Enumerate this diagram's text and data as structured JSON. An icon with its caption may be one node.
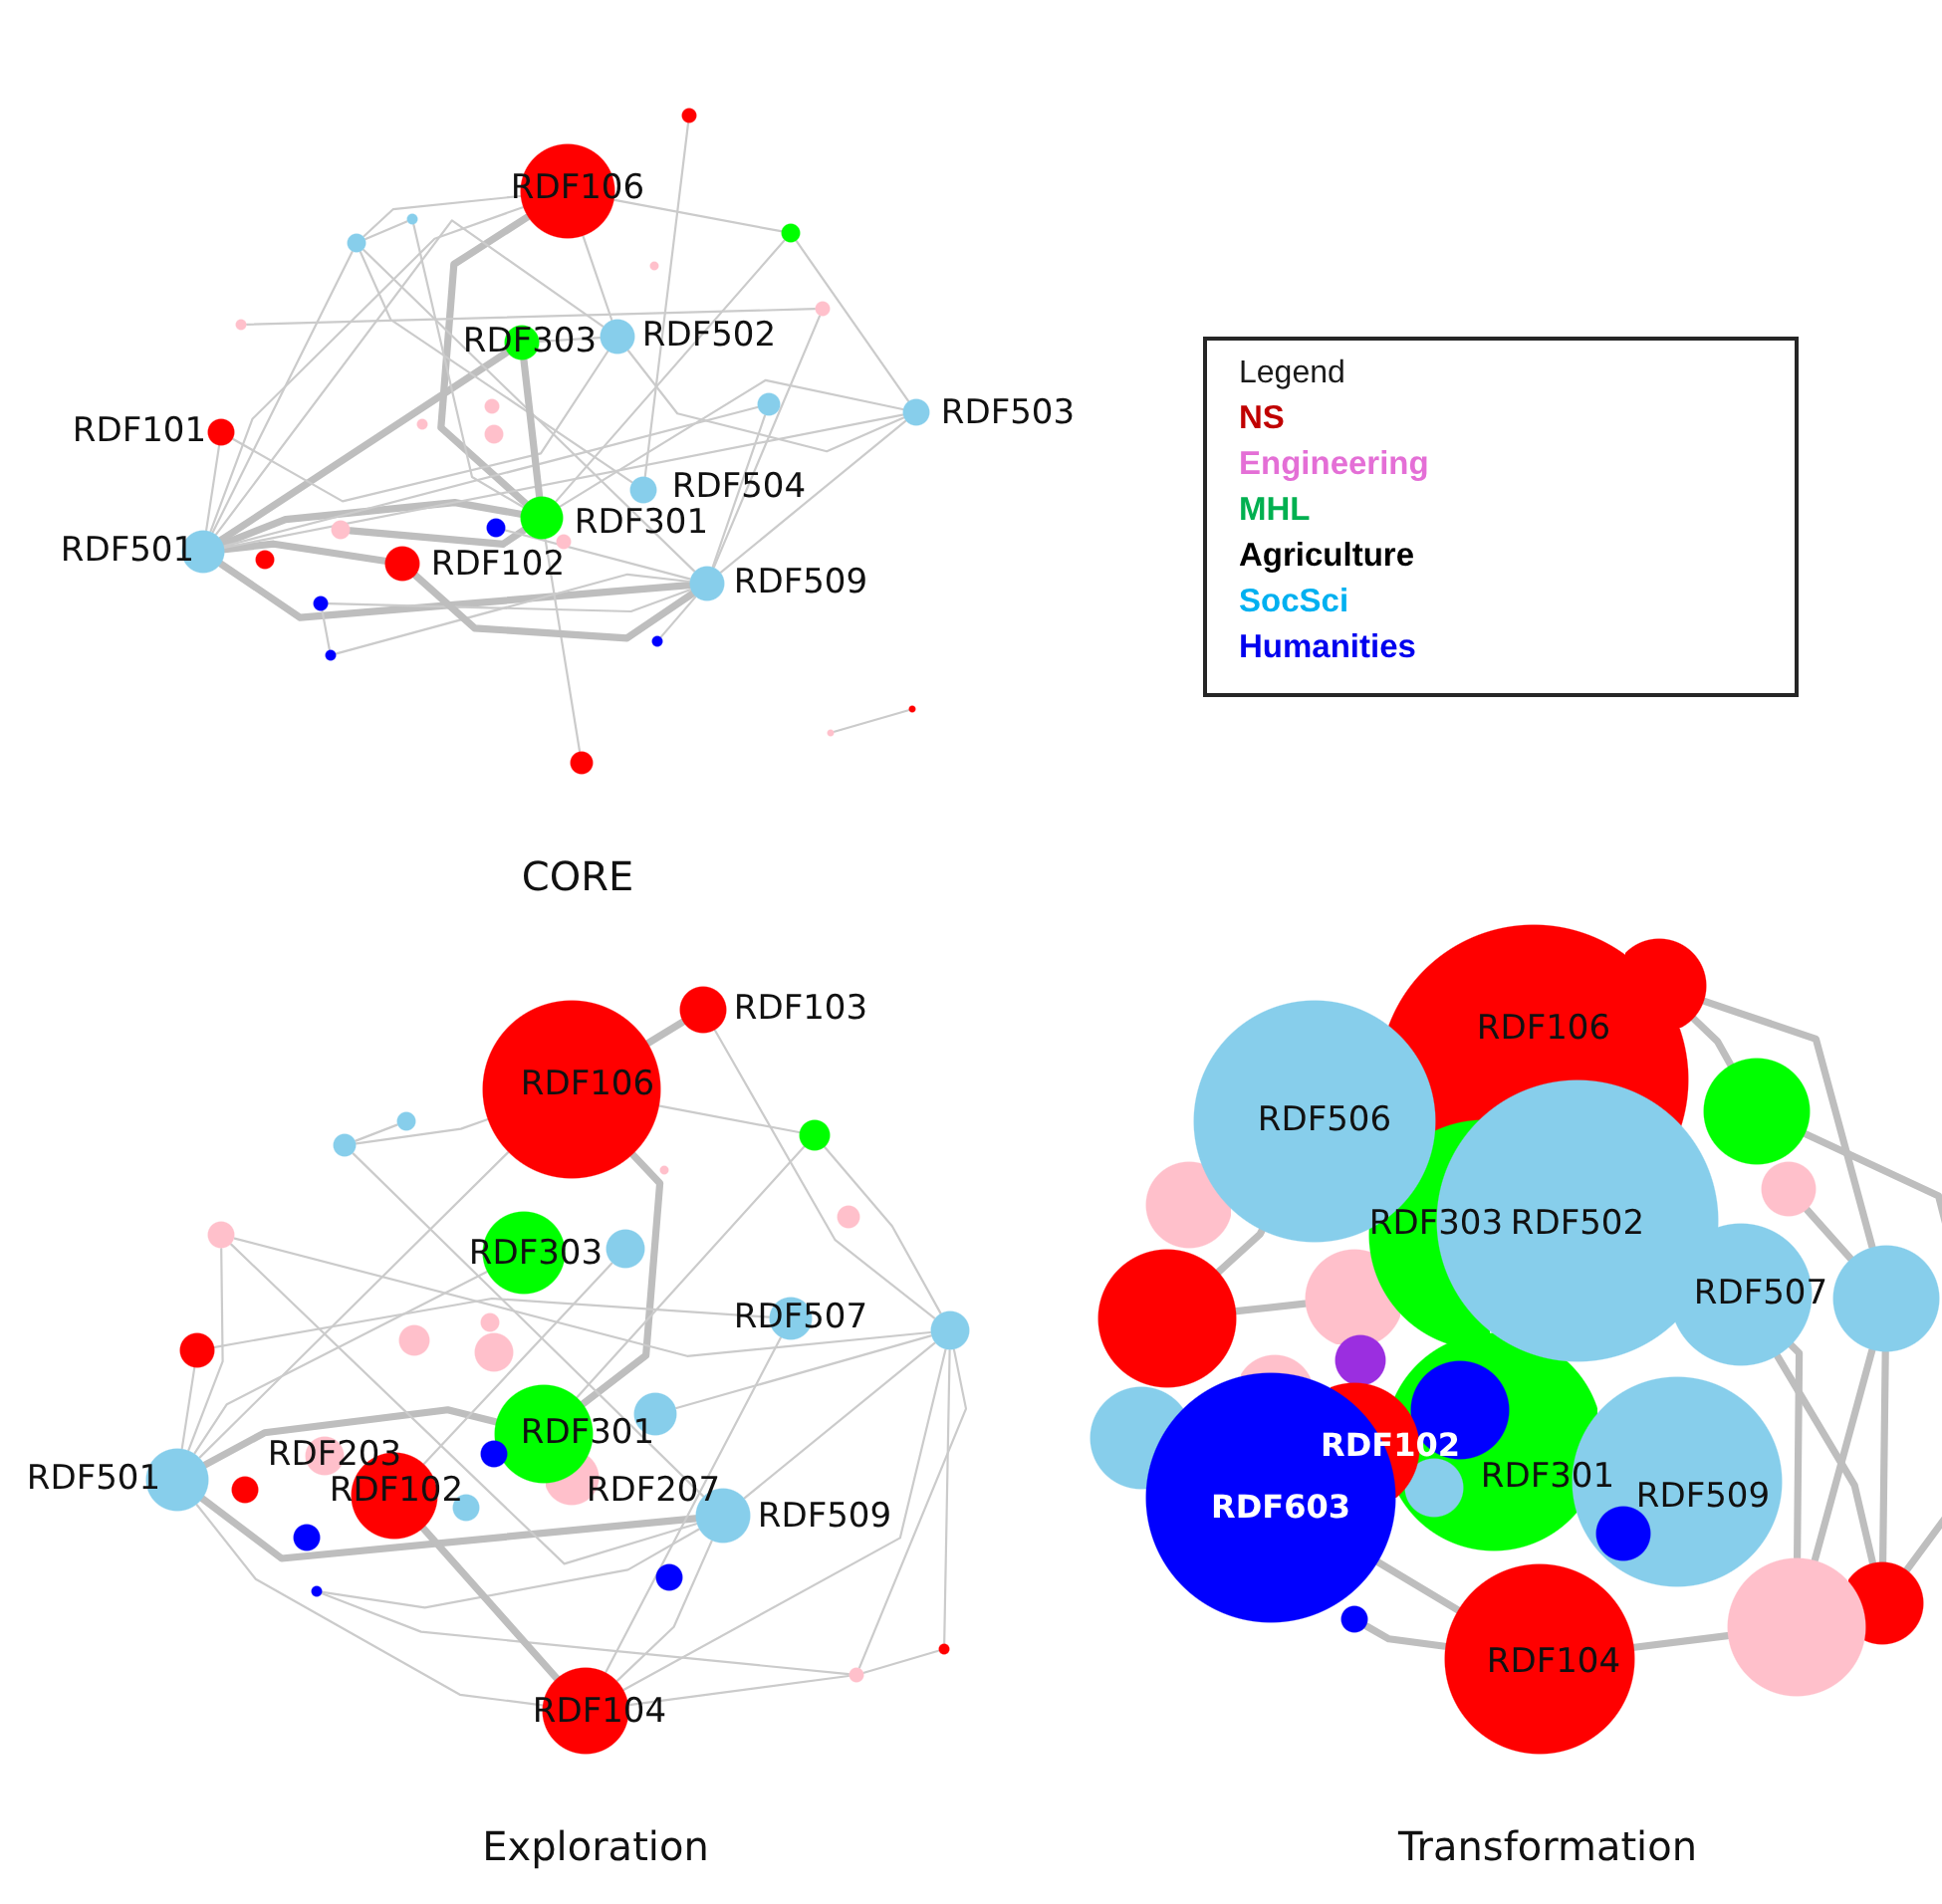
{
  "diagram": {
    "nodes": [
      {
        "text": [],
        "shape": "circle"
      },
      {
        "text": [
          "RDF106"
        ]
      },
      {
        "text": [],
        "shape": "circle"
      },
      {
        "text": [],
        "shape": "circle"
      },
      {
        "text": [],
        "shape": "circle"
      },
      {
        "text": [],
        "shape": "circle"
      },
      {
        "text": [],
        "shape": "circle"
      },
      {
        "text": [],
        "shape": "circle"
      },
      {
        "text": [
          "RDF303"
        ]
      },
      {
        "text": [
          "RDF502"
        ]
      },
      {
        "text": [],
        "shape": "circle"
      },
      {
        "text": [],
        "shape": "circle"
      },
      {
        "text": [
          "RDF503"
        ]
      },
      {
        "text": [],
        "shape": "circle"
      },
      {
        "text": [
          "RDF101"
        ]
      },
      {
        "text": [],
        "shape": "circle"
      },
      {
        "text": [
          "RDF504"
        ]
      },
      {
        "text": [
          "RDF301"
        ]
      },
      {
        "text": [],
        "shape": "circle"
      },
      {
        "text": [],
        "shape": "circle"
      },
      {
        "text": [],
        "shape": "circle"
      },
      {
        "text": [
          "RDF501"
        ]
      },
      {
        "text": [],
        "shape": "circle"
      },
      {
        "text": [
          "RDF102"
        ]
      },
      {
        "text": [
          "RDF509"
        ]
      },
      {
        "text": [],
        "shape": "circle"
      },
      {
        "text": [],
        "shape": "circle"
      },
      {
        "text": [],
        "shape": "circle"
      },
      {
        "text": [],
        "shape": "circle"
      },
      {
        "text": [],
        "shape": "circle"
      },
      {
        "text": [],
        "shape": "circle"
      },
      {
        "text": [
          "RDF103"
        ]
      },
      {
        "text": [
          "RDF106"
        ]
      },
      {
        "text": [],
        "shape": "circle"
      },
      {
        "text": [],
        "shape": "circle"
      },
      {
        "text": [],
        "shape": "circle"
      },
      {
        "text": [],
        "shape": "circle"
      },
      {
        "text": [],
        "shape": "circle"
      },
      {
        "text": [],
        "shape": "circle"
      },
      {
        "text": [
          "RDF303"
        ]
      },
      {
        "text": [],
        "shape": "circle"
      },
      {
        "text": [
          "RDF507"
        ]
      },
      {
        "text": [],
        "shape": "circle"
      },
      {
        "text": [],
        "shape": "circle"
      },
      {
        "text": [],
        "shape": "circle"
      },
      {
        "text": [],
        "shape": "circle"
      },
      {
        "text": [],
        "shape": "circle"
      },
      {
        "text": [],
        "shape": "circle"
      },
      {
        "text": [
          "RDF301"
        ]
      },
      {
        "text": [],
        "shape": "circle"
      },
      {
        "text": [
          "RDF203"
        ]
      },
      {
        "text": [
          "RDF207"
        ]
      },
      {
        "text": [
          "RDF501"
        ]
      },
      {
        "text": [],
        "shape": "circle"
      },
      {
        "text": [
          "RDF102"
        ]
      },
      {
        "text": [],
        "shape": "circle"
      },
      {
        "text": [
          "RDF509"
        ]
      },
      {
        "text": [],
        "shape": "circle"
      },
      {
        "text": [],
        "shape": "circle"
      },
      {
        "text": [],
        "shape": "circle"
      },
      {
        "text": [],
        "shape": "circle"
      },
      {
        "text": [],
        "shape": "circle"
      },
      {
        "text": [
          "RDF104"
        ]
      },
      {
        "text": [],
        "shape": "circle"
      },
      {
        "text": [
          "RDF106"
        ]
      },
      {
        "text": [],
        "shape": "circle"
      },
      {
        "text": [
          "RDF506"
        ]
      },
      {
        "text": [],
        "shape": "circle"
      },
      {
        "text": [],
        "shape": "circle"
      },
      {
        "text": [
          "RDF303"
        ]
      },
      {
        "text": [
          "RDF502"
        ]
      },
      {
        "text": [
          "RDF507"
        ]
      },
      {
        "text": [],
        "shape": "circle"
      },
      {
        "text": [],
        "shape": "circle"
      },
      {
        "text": [],
        "shape": "circle"
      },
      {
        "text": [],
        "shape": "circle"
      },
      {
        "text": [],
        "shape": "circle"
      },
      {
        "text": [
          "RDF301"
        ]
      },
      {
        "text": [
          "RDF102"
        ]
      },
      {
        "text": [],
        "shape": "circle",
        "in": 77
      },
      {
        "text": [],
        "shape": "circle"
      },
      {
        "text": [
          "RDF509"
        ]
      },
      {
        "text": [],
        "shape": "circle",
        "in": 77
      },
      {
        "text": [
          "RDF603"
        ]
      },
      {
        "text": [],
        "shape": "circle",
        "in": 81
      },
      {
        "text": [],
        "shape": "circle"
      },
      {
        "text": [],
        "shape": "circle"
      },
      {
        "text": [],
        "shape": "circle"
      },
      {
        "text": [
          "RDF104"
        ]
      }
    ],
    "edges": [
      {
        "from": 1,
        "to": 17,
        "arrow": "none",
        "style": "thick"
      },
      {
        "from": 21,
        "to": 17,
        "arrow": "none",
        "style": "thick"
      },
      {
        "from": 21,
        "to": 24,
        "arrow": "none",
        "style": "thick"
      },
      {
        "from": 21,
        "to": 8,
        "arrow": "none",
        "style": "thick"
      },
      {
        "from": 21,
        "to": 9,
        "arrow": "none"
      },
      {
        "from": 21,
        "to": 23,
        "arrow": "none",
        "style": "thick"
      },
      {
        "from": 1,
        "to": 21,
        "arrow": "none"
      },
      {
        "from": 1,
        "to": 3,
        "arrow": "none"
      },
      {
        "from": 1,
        "to": 4,
        "arrow": "none"
      },
      {
        "from": 12,
        "to": 21,
        "arrow": "none"
      },
      {
        "from": 12,
        "to": 17,
        "arrow": "none"
      },
      {
        "from": 12,
        "to": 9,
        "arrow": "none"
      },
      {
        "from": 12,
        "to": 24,
        "arrow": "none"
      },
      {
        "from": 3,
        "to": 17,
        "arrow": "none"
      },
      {
        "from": 3,
        "to": 12,
        "arrow": "none"
      },
      {
        "from": 4,
        "to": 24,
        "arrow": "none"
      },
      {
        "from": 4,
        "to": 16,
        "arrow": "none"
      },
      {
        "from": 2,
        "to": 17,
        "arrow": "none"
      },
      {
        "from": 14,
        "to": 9,
        "arrow": "none"
      },
      {
        "from": 10,
        "to": 21,
        "arrow": "none"
      },
      {
        "from": 10,
        "to": 24,
        "arrow": "none"
      },
      {
        "from": 25,
        "to": 24,
        "arrow": "none"
      },
      {
        "from": 27,
        "to": 24,
        "arrow": "none"
      },
      {
        "from": 27,
        "to": 25,
        "arrow": "none"
      },
      {
        "from": 26,
        "to": 24,
        "arrow": "none"
      },
      {
        "from": 30,
        "to": 17,
        "arrow": "none"
      },
      {
        "from": 0,
        "to": 16,
        "arrow": "none"
      },
      {
        "from": 28,
        "to": 29,
        "arrow": "none"
      },
      {
        "from": 7,
        "to": 6,
        "arrow": "none"
      },
      {
        "from": 19,
        "to": 17,
        "arrow": "none",
        "style": "thick"
      },
      {
        "from": 8,
        "to": 9,
        "arrow": "none"
      },
      {
        "from": 8,
        "to": 17,
        "arrow": "none",
        "style": "thick"
      },
      {
        "from": 23,
        "to": 24,
        "arrow": "none",
        "style": "thick"
      },
      {
        "from": 18,
        "to": 24,
        "arrow": "none"
      },
      {
        "from": 14,
        "to": 21,
        "arrow": "none"
      },
      {
        "from": 6,
        "to": 24,
        "arrow": "none"
      },
      {
        "from": 2,
        "to": 4,
        "arrow": "none"
      },
      {
        "from": 1,
        "to": 9,
        "arrow": "none"
      },
      {
        "from": 4,
        "to": 21,
        "arrow": "none"
      },
      {
        "from": 32,
        "to": 48,
        "arrow": "none",
        "style": "thick"
      },
      {
        "from": 31,
        "to": 32,
        "arrow": "none",
        "style": "thick"
      },
      {
        "from": 31,
        "to": 43,
        "arrow": "none"
      },
      {
        "from": 52,
        "to": 48,
        "arrow": "none",
        "style": "thick"
      },
      {
        "from": 52,
        "to": 56,
        "arrow": "none",
        "style": "thick"
      },
      {
        "from": 52,
        "to": 32,
        "arrow": "none"
      },
      {
        "from": 52,
        "to": 39,
        "arrow": "none"
      },
      {
        "from": 52,
        "to": 62,
        "arrow": "none"
      },
      {
        "from": 52,
        "to": 38,
        "arrow": "none"
      },
      {
        "from": 52,
        "to": 45,
        "arrow": "none"
      },
      {
        "from": 43,
        "to": 62,
        "arrow": "none"
      },
      {
        "from": 43,
        "to": 56,
        "arrow": "none"
      },
      {
        "from": 43,
        "to": 34,
        "arrow": "none"
      },
      {
        "from": 43,
        "to": 60,
        "arrow": "none"
      },
      {
        "from": 43,
        "to": 61,
        "arrow": "none"
      },
      {
        "from": 34,
        "to": 48,
        "arrow": "none"
      },
      {
        "from": 34,
        "to": 32,
        "arrow": "none"
      },
      {
        "from": 35,
        "to": 56,
        "arrow": "none"
      },
      {
        "from": 35,
        "to": 32,
        "arrow": "none"
      },
      {
        "from": 38,
        "to": 56,
        "arrow": "none"
      },
      {
        "from": 38,
        "to": 43,
        "arrow": "none"
      },
      {
        "from": 45,
        "to": 41,
        "arrow": "none"
      },
      {
        "from": 41,
        "to": 62,
        "arrow": "none"
      },
      {
        "from": 59,
        "to": 56,
        "arrow": "none"
      },
      {
        "from": 59,
        "to": 61,
        "arrow": "none"
      },
      {
        "from": 61,
        "to": 62,
        "arrow": "none"
      },
      {
        "from": 60,
        "to": 61,
        "arrow": "none"
      },
      {
        "from": 54,
        "to": 62,
        "arrow": "none",
        "style": "thick"
      },
      {
        "from": 56,
        "to": 62,
        "arrow": "none"
      },
      {
        "from": 40,
        "to": 54,
        "arrow": "none"
      },
      {
        "from": 47,
        "to": 43,
        "arrow": "none"
      },
      {
        "from": 33,
        "to": 35,
        "arrow": "none"
      },
      {
        "from": 63,
        "to": 72,
        "arrow": "none",
        "style": "thick"
      },
      {
        "from": 63,
        "to": 65,
        "arrow": "none",
        "style": "thick"
      },
      {
        "from": 65,
        "to": 86,
        "arrow": "none",
        "style": "thick"
      },
      {
        "from": 72,
        "to": 86,
        "arrow": "none",
        "style": "thick"
      },
      {
        "from": 72,
        "to": 87,
        "arrow": "none",
        "style": "thick"
      },
      {
        "from": 71,
        "to": 86,
        "arrow": "none",
        "style": "thick"
      },
      {
        "from": 71,
        "to": 87,
        "arrow": "none",
        "style": "thick"
      },
      {
        "from": 83,
        "to": 88,
        "arrow": "none",
        "style": "thick"
      },
      {
        "from": 85,
        "to": 88,
        "arrow": "none",
        "style": "thick"
      },
      {
        "from": 74,
        "to": 66,
        "arrow": "none",
        "style": "thick"
      },
      {
        "from": 74,
        "to": 73,
        "arrow": "none",
        "style": "thick"
      },
      {
        "from": 88,
        "to": 87,
        "arrow": "none",
        "style": "thick"
      },
      {
        "from": 67,
        "to": 72,
        "arrow": "none",
        "style": "thick"
      }
    ],
    "labels": [
      "Legend",
      "CORE",
      "Exploration",
      "Transformation"
    ],
    "legend": [
      {
        "text": "NS",
        "color": "#c00000"
      },
      {
        "text": "Engineering",
        "color": "#e46fd6"
      },
      {
        "text": "MHL",
        "color": "#00b050"
      },
      {
        "text": "Agriculture",
        "color": "#000000"
      },
      {
        "text": "SocSci",
        "color": "#00b0f0"
      },
      {
        "text": "Humanities",
        "color": "#0000ee"
      }
    ]
  }
}
